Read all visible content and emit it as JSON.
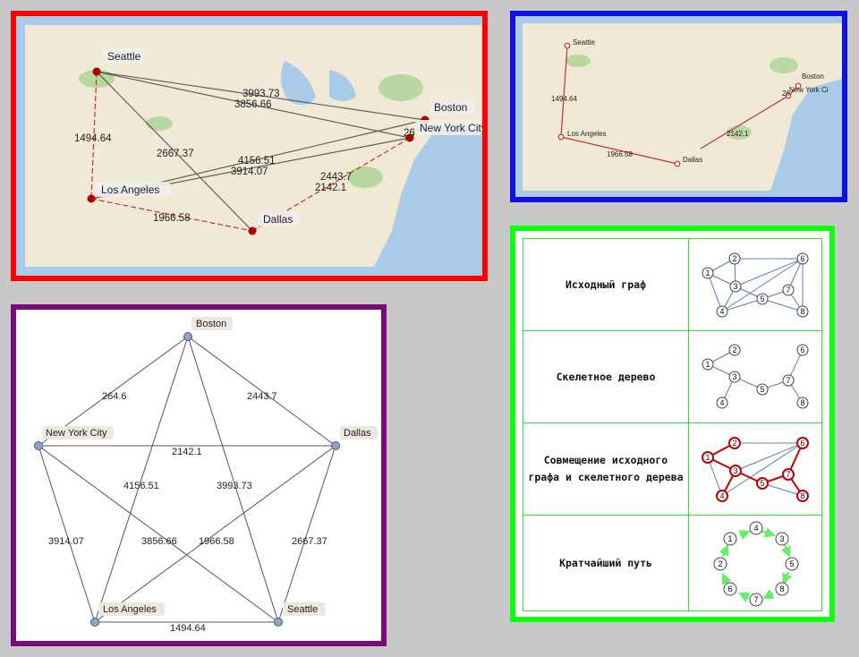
{
  "map_large": {
    "cities": [
      {
        "name": "Seattle"
      },
      {
        "name": "Boston"
      },
      {
        "name": "New York City"
      },
      {
        "name": "Los Angeles"
      },
      {
        "name": "Dallas"
      }
    ],
    "edge_labels": [
      "3993.73",
      "3856.66",
      "1494.64",
      "2667.37",
      "4156.51",
      "3914.07",
      "2443.7",
      "2142.1",
      "1966.58",
      "26"
    ]
  },
  "map_small": {
    "cities": [
      "Seattle",
      "Boston",
      "New York Ci",
      "Los Angeles",
      "Dallas"
    ],
    "edge_labels": [
      "1494.64",
      "1966.58",
      "2142.1",
      "26"
    ]
  },
  "graph": {
    "nodes": [
      "Boston",
      "New York City",
      "Dallas",
      "Los Angeles",
      "Seattle"
    ],
    "edge_labels": [
      "264.6",
      "2443.7",
      "2142.1",
      "4156.51",
      "3993.73",
      "3914.07",
      "3856.66",
      "1966.58",
      "2667.37",
      "1494.64"
    ]
  },
  "steps": {
    "rows": [
      {
        "label": "Исходный граф"
      },
      {
        "label": "Скелетное дерево"
      },
      {
        "label_line1": "Совмещение исходного",
        "label_line2": "графа и скелетного дерева"
      },
      {
        "label": "Кратчайший путь"
      }
    ],
    "graph_nodes": [
      "1",
      "2",
      "3",
      "4",
      "5",
      "6",
      "7",
      "8"
    ],
    "cycle_nodes": [
      "4",
      "3",
      "5",
      "8",
      "7",
      "6",
      "2",
      "1"
    ],
    "colors": {
      "edge": "#5b7bb5",
      "highlight": "#c00000",
      "arrow": "#66ee66"
    }
  },
  "colors": {
    "red": "#ff0000",
    "blue": "#1010e0",
    "purple": "#7a0a7a",
    "green": "#10ff10"
  }
}
